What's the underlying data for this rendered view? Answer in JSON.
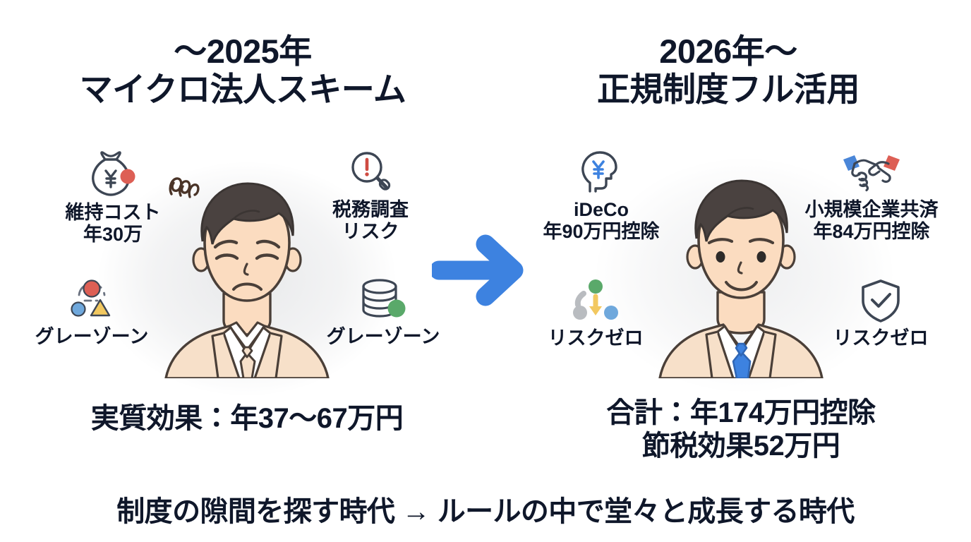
{
  "titles": {
    "left": {
      "line1": "～2025年",
      "line2": "マイクロ法人スキーム"
    },
    "right": {
      "line1": "2026年～",
      "line2": "正規制度フル活用"
    }
  },
  "left_features": [
    {
      "icon": "money-bag-yen-icon",
      "line1": "維持コスト",
      "line2": "年30万"
    },
    {
      "icon": "magnifier-alert-icon",
      "line1": "税務調査",
      "line2": "リスク"
    },
    {
      "icon": "shapes-cluster-icon",
      "line1": "グレーゾーン",
      "line2": ""
    },
    {
      "icon": "database-cylinder-icon",
      "line1": "グレーゾーン",
      "line2": ""
    }
  ],
  "right_features": [
    {
      "icon": "head-yen-icon",
      "line1": "iDeCo",
      "line2": "年90万円控除"
    },
    {
      "icon": "handshake-icon",
      "line1": "小規模企業共済",
      "line2": "年84万円控除"
    },
    {
      "icon": "dots-down-arrow-icon",
      "line1": "リスクゼロ",
      "line2": ""
    },
    {
      "icon": "shield-check-icon",
      "line1": "リスクゼロ",
      "line2": ""
    }
  ],
  "people": {
    "left": {
      "name": "worried-businessman-illustration",
      "mood": "worried",
      "tie_color": "#f2e4d4"
    },
    "right": {
      "name": "confident-businessman-illustration",
      "mood": "confident",
      "tie_color": "#3d82e0"
    }
  },
  "arrow": {
    "name": "right-arrow-icon",
    "color": "#3d82e0"
  },
  "summaries": {
    "left": {
      "line1": "実質効果：年37～67万円",
      "line2": ""
    },
    "right": {
      "line1": "合計：年174万円控除",
      "line2": "節税効果52万円"
    }
  },
  "footer": {
    "text": "制度の隙間を探す時代 → ルールの中で堂々と成長する時代"
  },
  "colors": {
    "text": "#0f172a",
    "accent_blue": "#3d82e0",
    "alert_red": "#d9534f",
    "warn_yellow": "#f2c860",
    "ok_green": "#5aa96a",
    "skin": "#fbdcc0",
    "suit": "#f7e0c9",
    "hair": "#4a4240",
    "outline": "#4a3f38",
    "background": "#ffffff"
  }
}
